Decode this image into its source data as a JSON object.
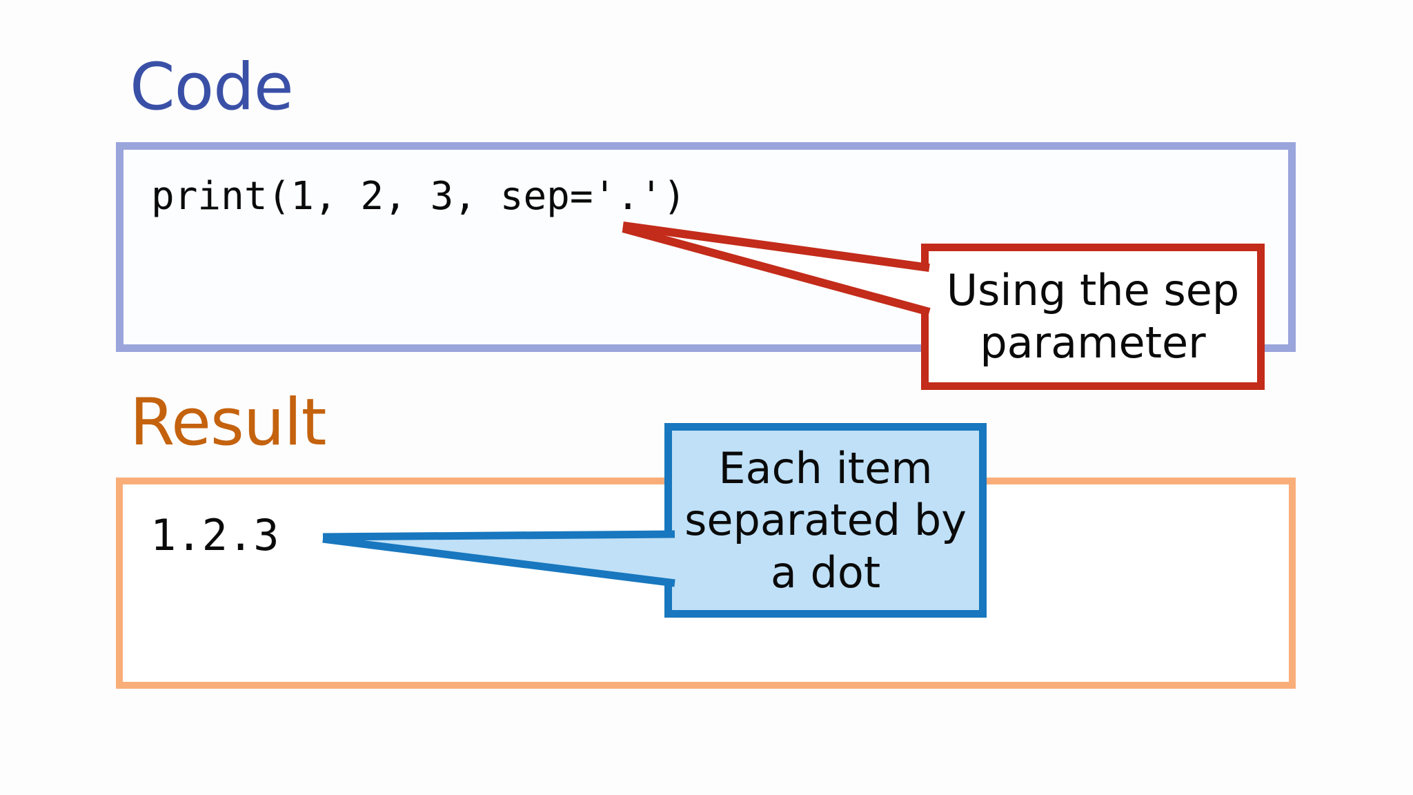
{
  "slide": {
    "background": "#FDFDFD",
    "code_section": {
      "heading": "Code",
      "heading_color": "#3A50A7",
      "box_border_color": "#9AA5DC",
      "code": "print(1, 2, 3, sep='.')"
    },
    "result_section": {
      "heading": "Result",
      "heading_color": "#C4620E",
      "box_border_color": "#F9AE7A",
      "output": "1.2.3"
    },
    "sep_callout": {
      "lines": [
        "Using the sep",
        "parameter"
      ],
      "border_color": "#C32B1A",
      "fill_color": "#FFFFFF",
      "text_color": "#0A0A0A"
    },
    "dot_callout": {
      "lines": [
        "Each item",
        "separated by",
        "a dot"
      ],
      "border_color": "#1877BE",
      "fill_color": "#BFE0F7",
      "text_color": "#0A0A0A"
    }
  }
}
